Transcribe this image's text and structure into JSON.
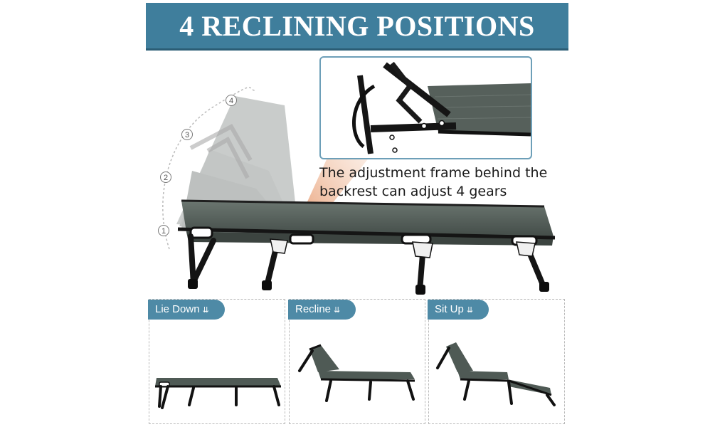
{
  "banner": {
    "title": "4 RECLINING POSITIONS"
  },
  "hero": {
    "positions": [
      "1",
      "2",
      "3",
      "4"
    ],
    "note_line1": "The adjustment frame behind the",
    "note_line2": "backrest can adjust 4 gears"
  },
  "modes": [
    {
      "label": "Lie Down",
      "icon": "double-chevron-down-icon"
    },
    {
      "label": "Recline",
      "icon": "double-chevron-down-icon"
    },
    {
      "label": "Sit Up",
      "icon": "double-chevron-down-icon"
    }
  ],
  "colors": {
    "banner": "#3f7e9c",
    "tab": "#4e8aa6",
    "fabric": "#4f5a55",
    "frame": "#1a1a1a",
    "highlight": "#e8a27a"
  }
}
